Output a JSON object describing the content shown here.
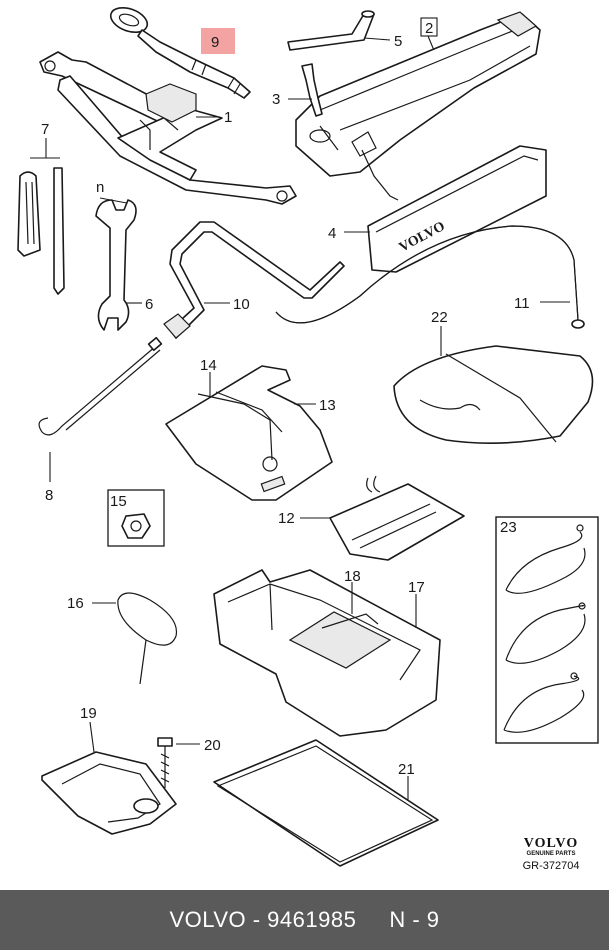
{
  "callouts": {
    "p1": "1",
    "p2": "2",
    "p3": "3",
    "p4": "4",
    "p5": "5",
    "p6": "6",
    "p7": "7",
    "p8": "8",
    "p9": "9",
    "p10": "10",
    "p11": "11",
    "p12": "12",
    "p13": "13",
    "p14": "14",
    "p15": "15",
    "p16": "16",
    "p17": "17",
    "p18": "18",
    "p19": "19",
    "p20": "20",
    "p21": "21",
    "p22": "22",
    "p23": "23",
    "n": "n"
  },
  "part4_label": "VOLVO",
  "brand": {
    "logo": "VOLVO",
    "subtitle": "GENUINE PARTS"
  },
  "figure_ref": "GR-372704",
  "footer": "VOLVO - 9461985     N - 9",
  "colors": {
    "highlight": "#f4a3a3",
    "footer_bg": "#5a5a5a",
    "footer_text": "#ffffff"
  }
}
